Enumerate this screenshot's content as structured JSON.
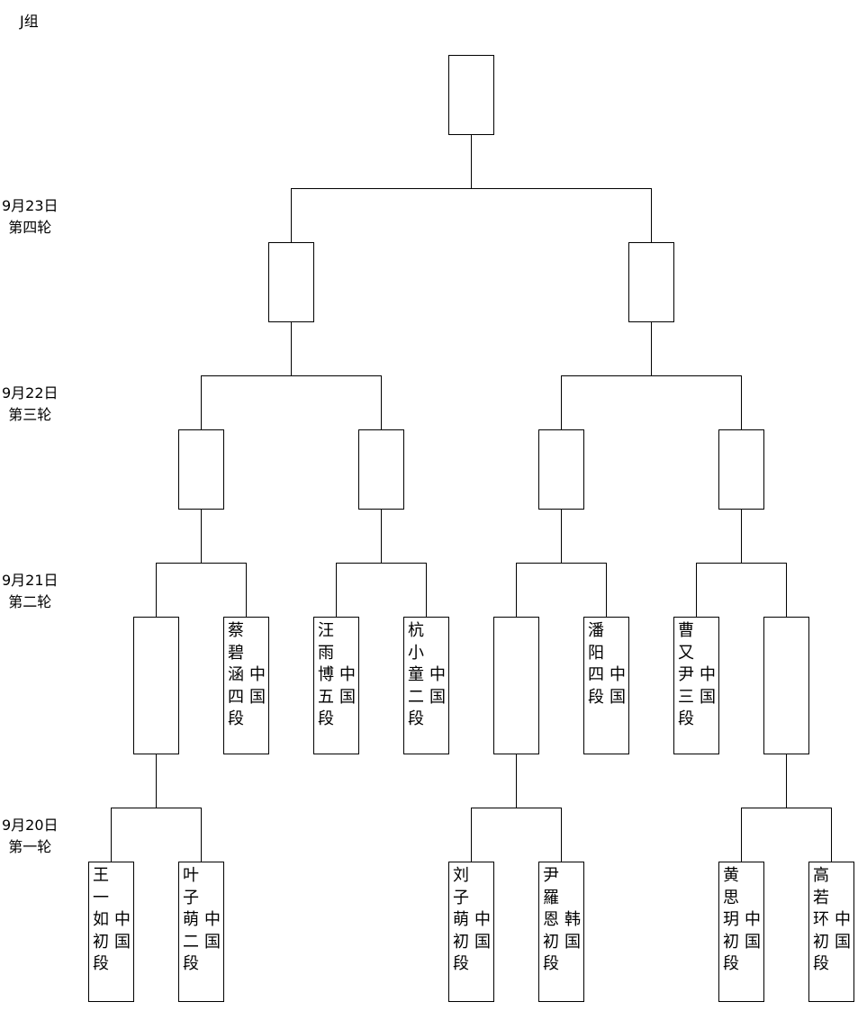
{
  "group_title": "J组",
  "rounds": [
    {
      "date": "9月23日",
      "name": "第四轮"
    },
    {
      "date": "9月22日",
      "name": "第三轮"
    },
    {
      "date": "9月21日",
      "name": "第二轮"
    },
    {
      "date": "9月20日",
      "name": "第一轮"
    }
  ],
  "players": {
    "r2_2": {
      "name": "蔡碧涵四段",
      "country": "中国"
    },
    "r2_3": {
      "name": "汪雨博五段",
      "country": "中国"
    },
    "r2_4": {
      "name": "杭小童二段",
      "country": "中国"
    },
    "r2_6": {
      "name": "潘阳四段",
      "country": "中国"
    },
    "r2_7": {
      "name": "曹又尹三段",
      "country": "中国"
    },
    "r1_1": {
      "name": "王一如初段",
      "country": "中国"
    },
    "r1_2": {
      "name": "叶子萌二段",
      "country": "中国"
    },
    "r1_3": {
      "name": "刘子萌初段",
      "country": "中国"
    },
    "r1_4": {
      "name": "尹羅恩初段",
      "country": "韩国"
    },
    "r1_5": {
      "name": "黄思玥初段",
      "country": "中国"
    },
    "r1_6": {
      "name": "高若环初段",
      "country": "中国"
    }
  }
}
